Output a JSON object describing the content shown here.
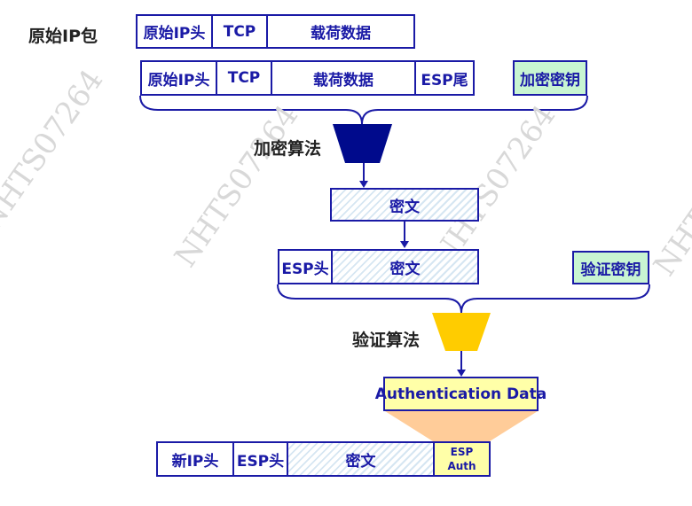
{
  "watermark": "NHTS07264",
  "labels": {
    "original_packet": "原始IP包",
    "encryption_algorithm": "加密算法",
    "auth_algorithm": "验证算法"
  },
  "row1": {
    "ip_header": "原始IP头",
    "tcp": "TCP",
    "payload": "载荷数据"
  },
  "row2": {
    "ip_header": "原始IP头",
    "tcp": "TCP",
    "payload": "载荷数据",
    "esp_trailer": "ESP尾",
    "encryption_key": "加密密钥"
  },
  "ciphertext": "密文",
  "row4": {
    "esp_header": "ESP头",
    "ciphertext": "密文",
    "auth_key": "验证密钥"
  },
  "auth_data": "Authentication Data",
  "row6": {
    "new_ip_header": "新IP头",
    "esp_header": "ESP头",
    "ciphertext": "密文",
    "esp_auth_line1": "ESP",
    "esp_auth_line2": "Auth"
  },
  "colors": {
    "border": "#1a1aa6",
    "encrypt_funnel": "#000a8c",
    "auth_funnel": "#ffcc00",
    "key_fill": "#c8f5d2",
    "auth_fill": "#ffffa8",
    "cone_fill": "#ffcc99"
  }
}
